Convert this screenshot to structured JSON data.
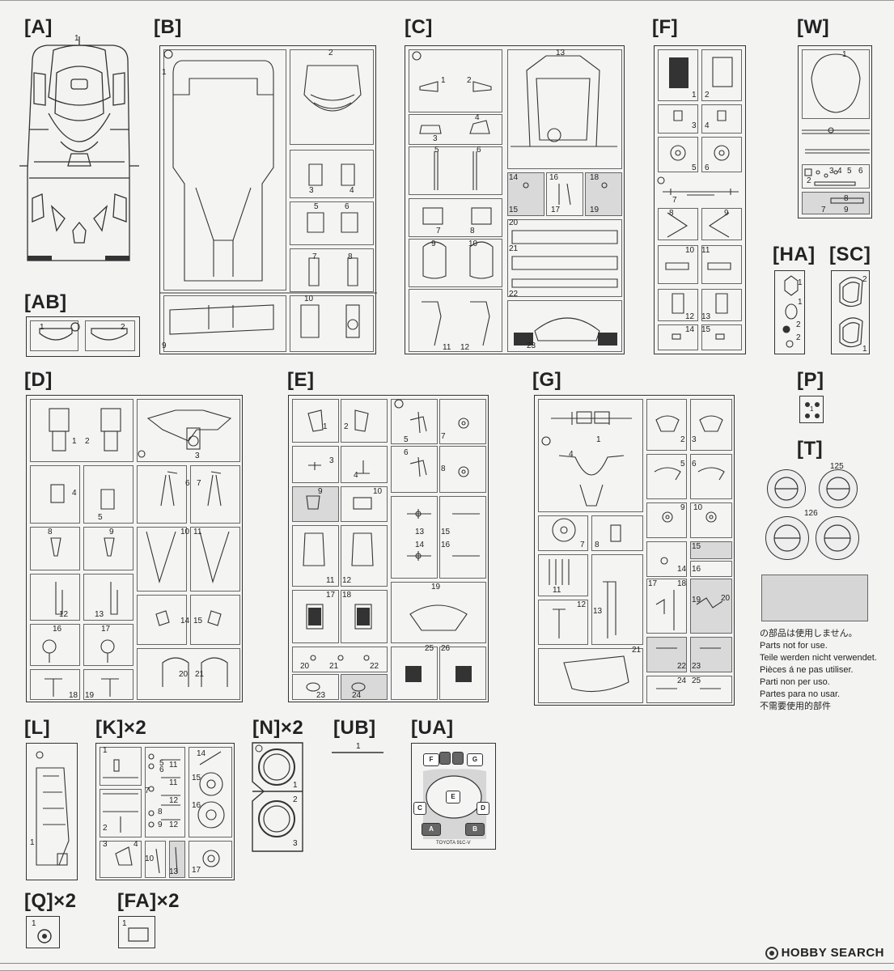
{
  "sprues": {
    "A": {
      "label": "[A]",
      "parts": [
        "1"
      ]
    },
    "AB": {
      "label": "[AB]",
      "parts": [
        "1",
        "2"
      ]
    },
    "B": {
      "label": "[B]",
      "parts": [
        "1",
        "2",
        "3",
        "4",
        "5",
        "6",
        "7",
        "8",
        "9",
        "10"
      ]
    },
    "C": {
      "label": "[C]",
      "parts": [
        "1",
        "2",
        "3",
        "4",
        "5",
        "6",
        "7",
        "8",
        "9",
        "10",
        "11",
        "12",
        "13",
        "14",
        "15",
        "16",
        "17",
        "18",
        "19",
        "20",
        "21",
        "22",
        "23"
      ]
    },
    "F": {
      "label": "[F]",
      "parts": [
        "1",
        "2",
        "3",
        "4",
        "5",
        "6",
        "7",
        "8",
        "9",
        "10",
        "11",
        "12",
        "13",
        "14",
        "15"
      ]
    },
    "W": {
      "label": "[W]",
      "parts": [
        "1",
        "2",
        "3",
        "4",
        "5",
        "6",
        "7",
        "8",
        "9"
      ]
    },
    "HA": {
      "label": "[HA]",
      "parts": [
        "1",
        "1",
        "2",
        "2"
      ]
    },
    "SC": {
      "label": "[SC]",
      "parts": [
        "2",
        "1"
      ]
    },
    "D": {
      "label": "[D]",
      "parts": [
        "1",
        "2",
        "3",
        "4",
        "5",
        "6",
        "7",
        "8",
        "9",
        "10",
        "11",
        "12",
        "13",
        "14",
        "15",
        "16",
        "17",
        "18",
        "19",
        "20",
        "21"
      ]
    },
    "E": {
      "label": "[E]",
      "parts": [
        "1",
        "2",
        "3",
        "4",
        "5",
        "6",
        "7",
        "8",
        "9",
        "10",
        "11",
        "12",
        "13",
        "14",
        "15",
        "16",
        "17",
        "18",
        "19",
        "20",
        "21",
        "22",
        "23",
        "24",
        "25",
        "26"
      ]
    },
    "G": {
      "label": "[G]",
      "parts": [
        "1",
        "2",
        "3",
        "4",
        "5",
        "6",
        "7",
        "8",
        "9",
        "10",
        "11",
        "12",
        "13",
        "14",
        "15",
        "16",
        "17",
        "18",
        "19",
        "20",
        "21",
        "22",
        "23",
        "24",
        "25"
      ]
    },
    "P": {
      "label": "[P]",
      "parts": [
        "1"
      ]
    },
    "T": {
      "label": "[T]",
      "parts": [
        "125",
        "126"
      ]
    },
    "L": {
      "label": "[L]",
      "parts": [
        "1"
      ]
    },
    "K": {
      "label": "[K]×2",
      "parts": [
        "1",
        "2",
        "3",
        "4",
        "5",
        "6",
        "7",
        "8",
        "9",
        "10",
        "11",
        "11",
        "12",
        "12",
        "13",
        "14",
        "15",
        "16",
        "17"
      ]
    },
    "N": {
      "label": "[N]×2",
      "parts": [
        "1",
        "2",
        "3"
      ]
    },
    "UB": {
      "label": "[UB]",
      "parts": [
        "1"
      ]
    },
    "UA": {
      "label": "[UA]",
      "decals": [
        "F",
        "G",
        "E",
        "C",
        "D",
        "A",
        "B"
      ],
      "caption": "TOYOTA 91C-V"
    },
    "Q": {
      "label": "[Q]×2",
      "parts": [
        "1"
      ]
    },
    "FA": {
      "label": "[FA]×2",
      "parts": [
        "1"
      ]
    }
  },
  "notice": {
    "jp": "の部品は使用しません。",
    "en": "Parts not for use.",
    "de": "Teile werden nicht verwendet.",
    "fr": "Pièces á ne pas utiliser.",
    "it": "Parti non per uso.",
    "es": "Partes para no usar.",
    "zh": "不需要使用的部件"
  },
  "watermark": {
    "brand": "HOBBY SEARCH",
    "icon": "hobbysearch-logo-icon"
  }
}
